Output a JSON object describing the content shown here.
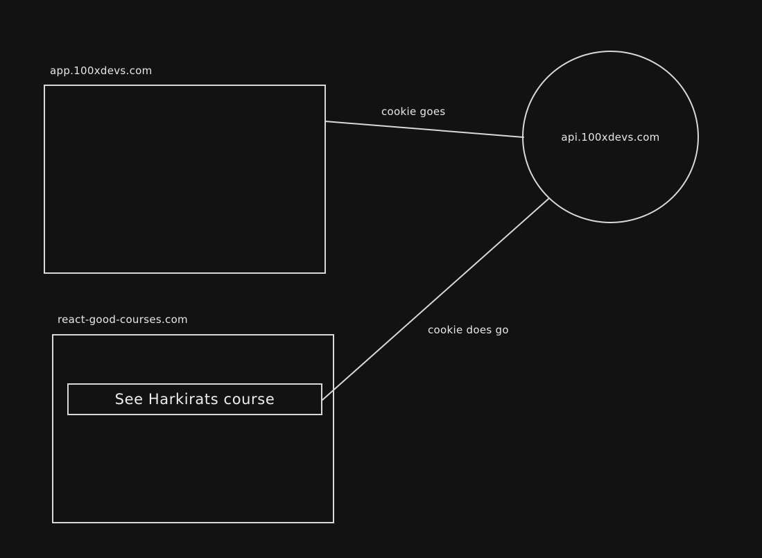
{
  "nodes": {
    "app_site": {
      "label": "app.100xdevs.com"
    },
    "api_server": {
      "label": "api.100xdevs.com"
    },
    "third_party_site": {
      "label": "react-good-courses.com"
    }
  },
  "button": {
    "label": "See Harkirats course"
  },
  "edges": {
    "app_to_api": {
      "label": "cookie goes"
    },
    "third_party_to_api": {
      "label": "cookie does go"
    }
  }
}
